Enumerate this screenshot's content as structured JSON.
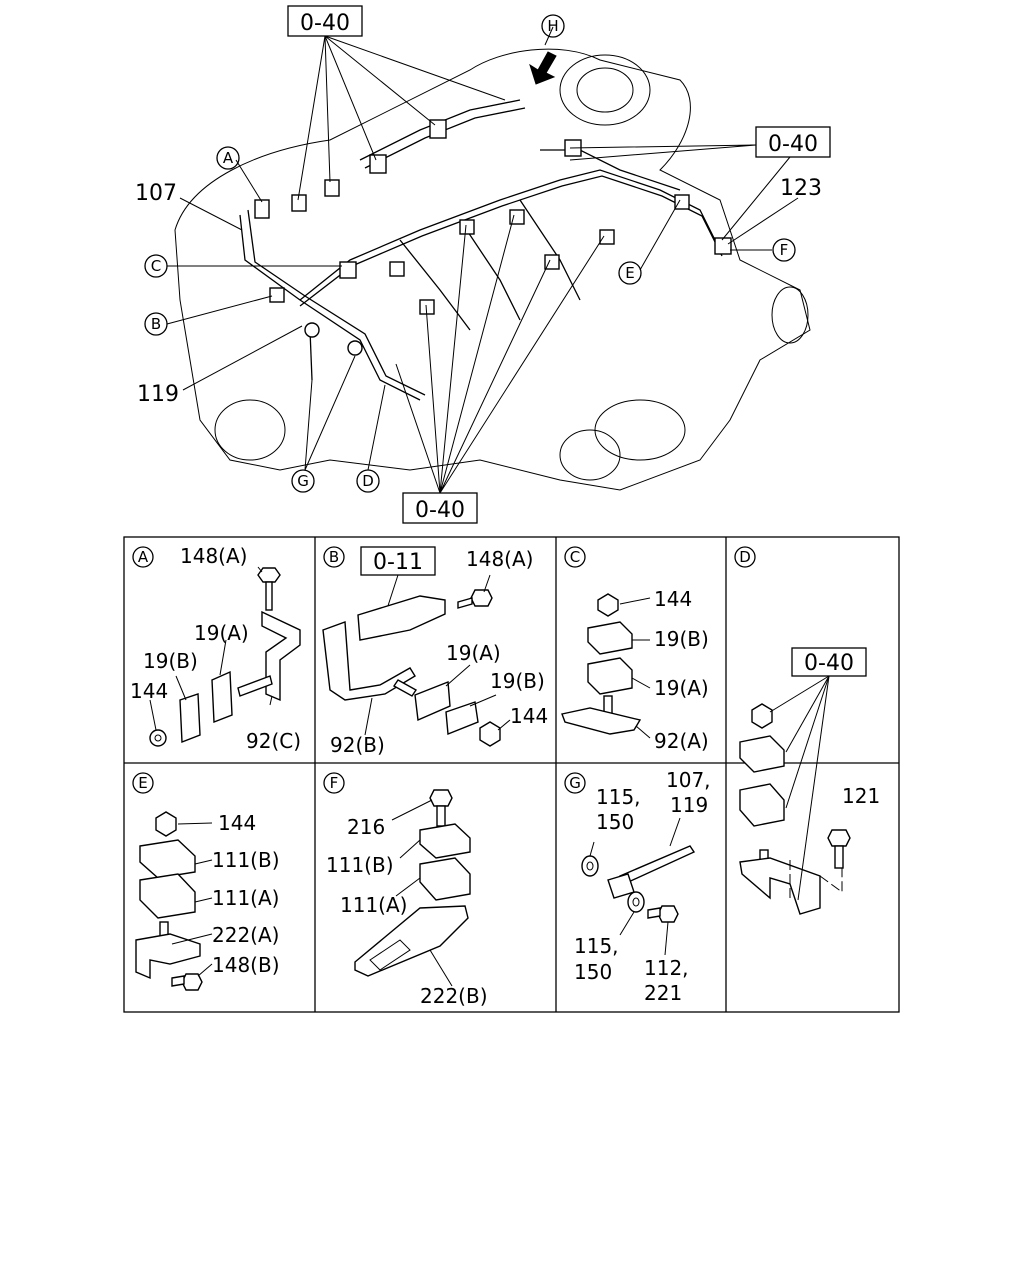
{
  "overview": {
    "ref_boxes": [
      "0-40",
      "0-40",
      "0-40"
    ],
    "callouts": [
      "A",
      "C",
      "B",
      "E",
      "F",
      "G",
      "D",
      "H"
    ],
    "part_numbers": [
      "107",
      "119",
      "123"
    ]
  },
  "panels": [
    {
      "letter": "A",
      "labels": [
        "148(A)",
        "19(A)",
        "19(B)",
        "144",
        "92(C)"
      ]
    },
    {
      "letter": "B",
      "ref": "0-11",
      "labels": [
        "148(A)",
        "19(A)",
        "19(B)",
        "144",
        "92(B)"
      ]
    },
    {
      "letter": "C",
      "labels": [
        "144",
        "19(B)",
        "19(A)",
        "92(A)"
      ]
    },
    {
      "letter": "D",
      "ref": "0-40",
      "labels": [
        "121"
      ]
    },
    {
      "letter": "E",
      "labels": [
        "144",
        "111(B)",
        "111(A)",
        "222(A)",
        "148(B)"
      ]
    },
    {
      "letter": "F",
      "labels": [
        "216",
        "111(B)",
        "111(A)",
        "222(B)"
      ]
    },
    {
      "letter": "G",
      "labels": [
        "115,",
        "150",
        "107,",
        "119",
        "115,",
        "150",
        "112,",
        "221"
      ]
    }
  ]
}
